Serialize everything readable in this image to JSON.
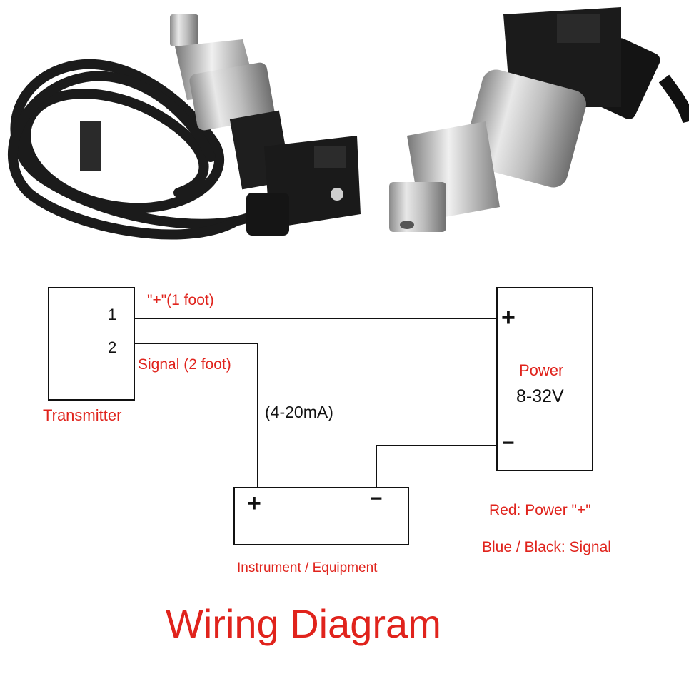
{
  "transmitter": {
    "label": "Transmitter",
    "pin1": "1",
    "pin2": "2"
  },
  "wires": {
    "plus_label": "\"+\"(1 foot)",
    "signal_label": "Signal (2 foot)",
    "current_label": "(4-20mA)"
  },
  "power": {
    "title": "Power",
    "voltage": "8-32V",
    "plus": "+",
    "minus": "−"
  },
  "instrument": {
    "label": "Instrument / Equipment",
    "plus": "+",
    "minus": "−"
  },
  "legend": {
    "red": "Red: Power \"+\"",
    "blue_black": "Blue / Black: Signal"
  },
  "title": "Wiring Diagram",
  "colors": {
    "accent": "#e0231c",
    "line": "#111111"
  }
}
